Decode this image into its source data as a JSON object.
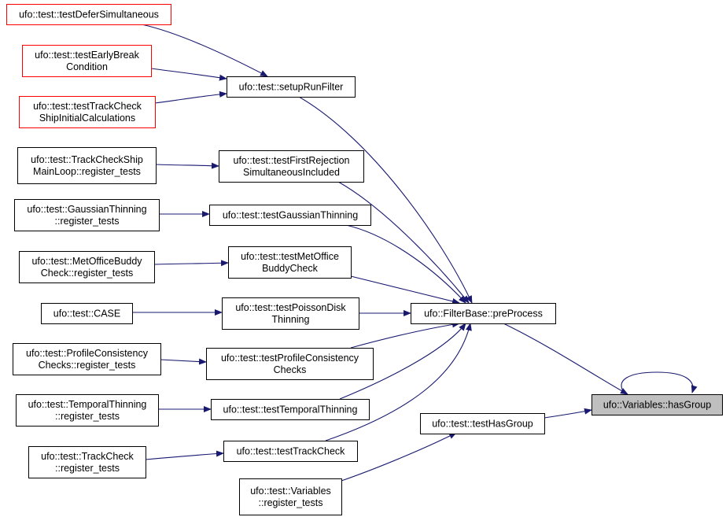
{
  "colors": {
    "edge": "#191970",
    "node_border": "#000000",
    "node_border_unlinked": "#ff0000",
    "focus_fill": "#bfbfbf",
    "node_fill": "#ffffff"
  },
  "nodes": [
    {
      "id": "n_defer",
      "lines": [
        "ufo::test::testDeferSimultaneous"
      ],
      "style": "unlinked"
    },
    {
      "id": "n_earlybreak",
      "lines": [
        "ufo::test::testEarlyBreak",
        "Condition"
      ],
      "style": "unlinked"
    },
    {
      "id": "n_trackship",
      "lines": [
        "ufo::test::testTrackCheck",
        "ShipInitialCalculations"
      ],
      "style": "unlinked"
    },
    {
      "id": "n_setup",
      "lines": [
        "ufo::test::setupRunFilter"
      ],
      "style": "normal"
    },
    {
      "id": "n_tcsmain",
      "lines": [
        "ufo::test::TrackCheckShip",
        "MainLoop::register_tests"
      ],
      "style": "normal"
    },
    {
      "id": "n_firstrej",
      "lines": [
        "ufo::test::testFirstRejection",
        "SimultaneousIncluded"
      ],
      "style": "normal"
    },
    {
      "id": "n_gaussreg",
      "lines": [
        "ufo::test::GaussianThinning",
        "::register_tests"
      ],
      "style": "normal"
    },
    {
      "id": "n_gauss",
      "lines": [
        "ufo::test::testGaussianThinning"
      ],
      "style": "normal"
    },
    {
      "id": "n_buddyreg",
      "lines": [
        "ufo::test::MetOfficeBuddy",
        "Check::register_tests"
      ],
      "style": "normal"
    },
    {
      "id": "n_buddy",
      "lines": [
        "ufo::test::testMetOffice",
        "BuddyCheck"
      ],
      "style": "normal"
    },
    {
      "id": "n_case",
      "lines": [
        "ufo::test::CASE"
      ],
      "style": "normal"
    },
    {
      "id": "n_poisson",
      "lines": [
        "ufo::test::testPoissonDisk",
        "Thinning"
      ],
      "style": "normal"
    },
    {
      "id": "n_preprocess",
      "lines": [
        "ufo::FilterBase::preProcess"
      ],
      "style": "normal"
    },
    {
      "id": "n_profilereg",
      "lines": [
        "ufo::test::ProfileConsistency",
        "Checks::register_tests"
      ],
      "style": "normal"
    },
    {
      "id": "n_profile",
      "lines": [
        "ufo::test::testProfileConsistency",
        "Checks"
      ],
      "style": "normal"
    },
    {
      "id": "n_tempreg",
      "lines": [
        "ufo::test::TemporalThinning",
        "::register_tests"
      ],
      "style": "normal"
    },
    {
      "id": "n_temp",
      "lines": [
        "ufo::test::testTemporalThinning"
      ],
      "style": "normal"
    },
    {
      "id": "n_hasgrouptest",
      "lines": [
        "ufo::test::testHasGroup"
      ],
      "style": "normal"
    },
    {
      "id": "n_hasgroup",
      "lines": [
        "ufo::Variables::hasGroup"
      ],
      "style": "focus"
    },
    {
      "id": "n_tcreg",
      "lines": [
        "ufo::test::TrackCheck",
        "::register_tests"
      ],
      "style": "normal"
    },
    {
      "id": "n_tc",
      "lines": [
        "ufo::test::testTrackCheck"
      ],
      "style": "normal"
    },
    {
      "id": "n_varreg",
      "lines": [
        "ufo::test::Variables",
        "::register_tests"
      ],
      "style": "normal"
    }
  ],
  "edges": [
    {
      "from": "n_defer",
      "to": "n_setup"
    },
    {
      "from": "n_earlybreak",
      "to": "n_setup"
    },
    {
      "from": "n_trackship",
      "to": "n_setup"
    },
    {
      "from": "n_setup",
      "to": "n_preprocess"
    },
    {
      "from": "n_tcsmain",
      "to": "n_firstrej"
    },
    {
      "from": "n_firstrej",
      "to": "n_preprocess"
    },
    {
      "from": "n_gaussreg",
      "to": "n_gauss"
    },
    {
      "from": "n_gauss",
      "to": "n_preprocess"
    },
    {
      "from": "n_buddyreg",
      "to": "n_buddy"
    },
    {
      "from": "n_buddy",
      "to": "n_preprocess"
    },
    {
      "from": "n_case",
      "to": "n_poisson"
    },
    {
      "from": "n_poisson",
      "to": "n_preprocess"
    },
    {
      "from": "n_profilereg",
      "to": "n_profile"
    },
    {
      "from": "n_profile",
      "to": "n_preprocess"
    },
    {
      "from": "n_tempreg",
      "to": "n_temp"
    },
    {
      "from": "n_temp",
      "to": "n_preprocess"
    },
    {
      "from": "n_tcreg",
      "to": "n_tc"
    },
    {
      "from": "n_tc",
      "to": "n_preprocess"
    },
    {
      "from": "n_preprocess",
      "to": "n_hasgroup"
    },
    {
      "from": "n_hasgrouptest",
      "to": "n_hasgroup"
    },
    {
      "from": "n_varreg",
      "to": "n_hasgrouptest"
    },
    {
      "from": "n_hasgroup",
      "to": "n_hasgroup"
    }
  ]
}
